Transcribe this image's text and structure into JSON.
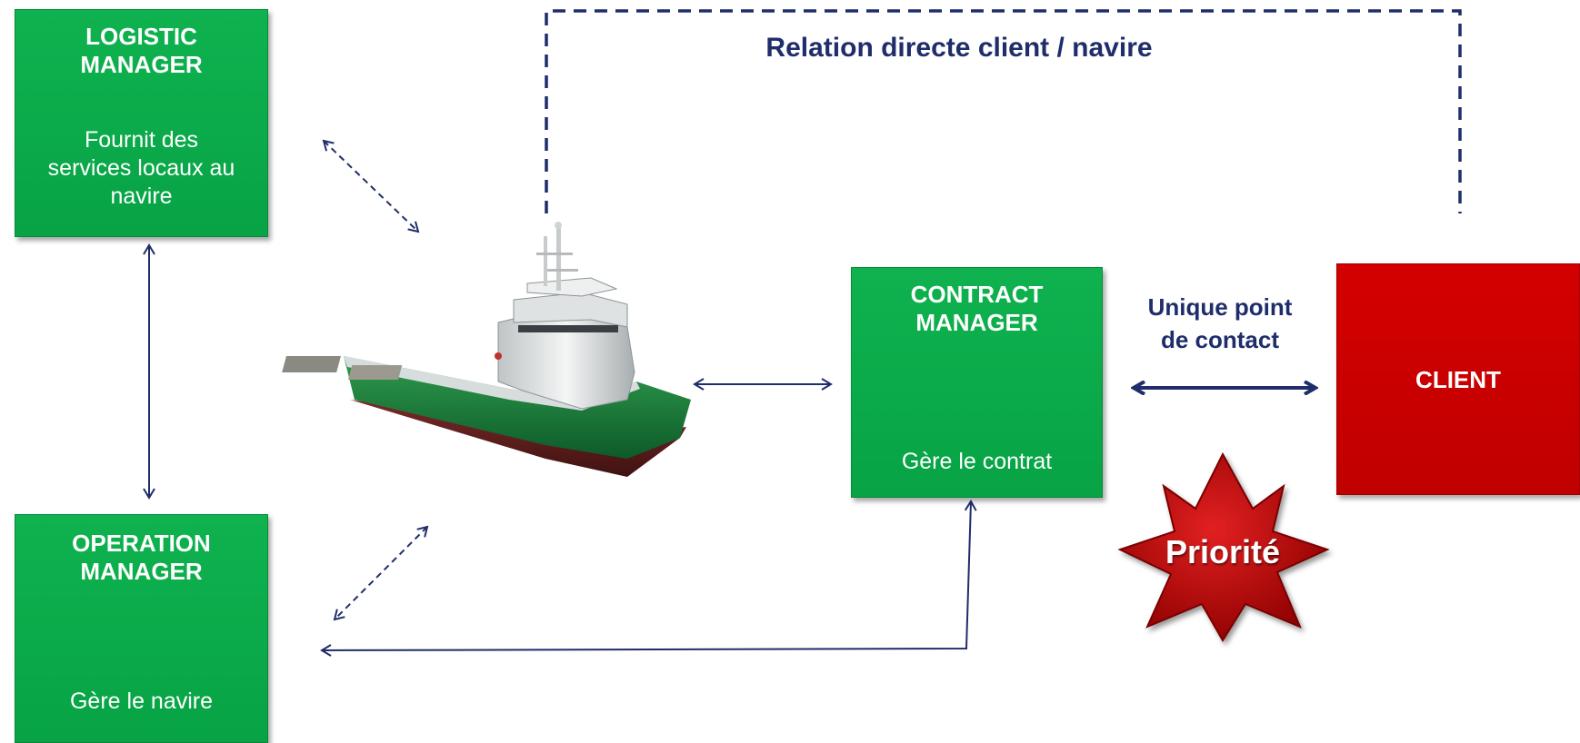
{
  "top_relation_label": "Relation directe client / navire",
  "logistic": {
    "title": "LOGISTIC\nMANAGER",
    "desc": "Fournit des\nservices locaux au\nnavire"
  },
  "operation": {
    "title": "OPERATION\nMANAGER",
    "desc": "Gère le navire"
  },
  "contract": {
    "title": "CONTRACT\nMANAGER",
    "desc": "Gère le contrat"
  },
  "client": {
    "title": "CLIENT"
  },
  "contact_label": "Unique point\nde contact",
  "priority_label": "Priorité",
  "colors": {
    "green": "#07a345",
    "red": "#c00000",
    "navy": "#1f2d6b"
  }
}
